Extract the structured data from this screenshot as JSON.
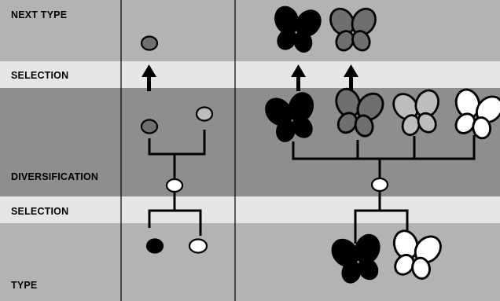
{
  "labels": {
    "next_type": "NEXT TYPE",
    "selection_top": "SELECTION",
    "diversification": "DIVERSIFICATION",
    "selection_bottom": "SELECTION",
    "type": "TYPE"
  },
  "colors": {
    "band_light": "#b3b3b3",
    "band_dark": "#8e8e8e",
    "band_selection": "#e6e6e6",
    "black": "#000000",
    "dark_gray": "#6f6f6f",
    "light_gray": "#bdbdbd",
    "white": "#ffffff"
  },
  "circles": [
    {
      "name": "next-type-circle",
      "color": "dark_gray"
    },
    {
      "name": "diversified-circle-dark",
      "color": "dark_gray"
    },
    {
      "name": "diversified-circle-light",
      "color": "light_gray"
    },
    {
      "name": "selected-parent-circle",
      "color": "white"
    },
    {
      "name": "type-circle-black",
      "color": "black"
    },
    {
      "name": "type-circle-white",
      "color": "white"
    }
  ],
  "butterflies": [
    {
      "name": "next-type-butterfly-black",
      "color": "black"
    },
    {
      "name": "next-type-butterfly-dark-gray",
      "color": "dark_gray"
    },
    {
      "name": "diversified-butterfly-black",
      "color": "black"
    },
    {
      "name": "diversified-butterfly-dark-gray",
      "color": "dark_gray"
    },
    {
      "name": "diversified-butterfly-light-gray",
      "color": "light_gray"
    },
    {
      "name": "diversified-butterfly-white",
      "color": "white"
    },
    {
      "name": "type-butterfly-black",
      "color": "black"
    },
    {
      "name": "type-butterfly-white",
      "color": "white"
    }
  ]
}
